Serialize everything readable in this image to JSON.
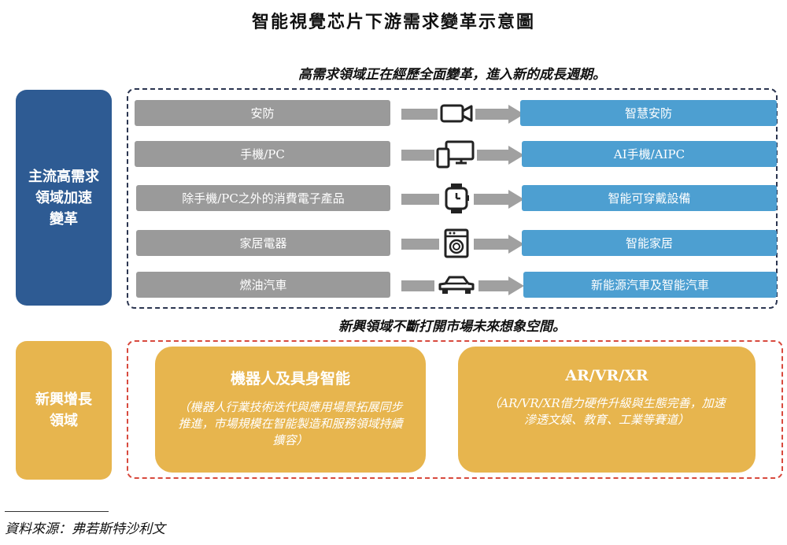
{
  "title": "智能視覺芯片下游需求變革示意圖",
  "upper_caption": "高需求領域正在經歷全面變革，進入新的成長週期。",
  "lower_caption": "新興領域不斷打開市場未來想象空間。",
  "blue_section_label": "主流高需求\n領域加速\n變革",
  "gold_section_label": "新興增長\n領域",
  "rows": [
    {
      "from": "安防",
      "to": "智慧安防",
      "icon": "video-camera-icon"
    },
    {
      "from": "手機/PC",
      "to": "AI手機/AIPC",
      "icon": "phone-monitor-icon"
    },
    {
      "from": "除手機/PC之外的消費電子產品",
      "to": "智能可穿戴設備",
      "icon": "smartwatch-icon"
    },
    {
      "from": "家居電器",
      "to": "智能家居",
      "icon": "washing-machine-icon"
    },
    {
      "from": "燃油汽車",
      "to": "新能源汽車及智能汽車",
      "icon": "car-icon"
    }
  ],
  "emerging": [
    {
      "title": "機器人及具身智能",
      "desc": "（機器人行業技術迭代與應用場景拓展同步\n推進，市場規模在智能製造和服務領域持續\n擴容）"
    },
    {
      "title": "AR/VR/XR",
      "desc": "（AR/VR/XR借力硬件升級與生態完善，加速\n滲透文娛、教育、工業等賽道）"
    }
  ],
  "source": "資料來源：弗若斯特沙利文",
  "colors": {
    "dark_blue": "#2e5b93",
    "light_blue": "#4d9fd1",
    "gray": "#9a9a9a",
    "gold": "#e7b54e",
    "dash_red": "#d84a3e",
    "dash_navy": "#2b3550"
  }
}
